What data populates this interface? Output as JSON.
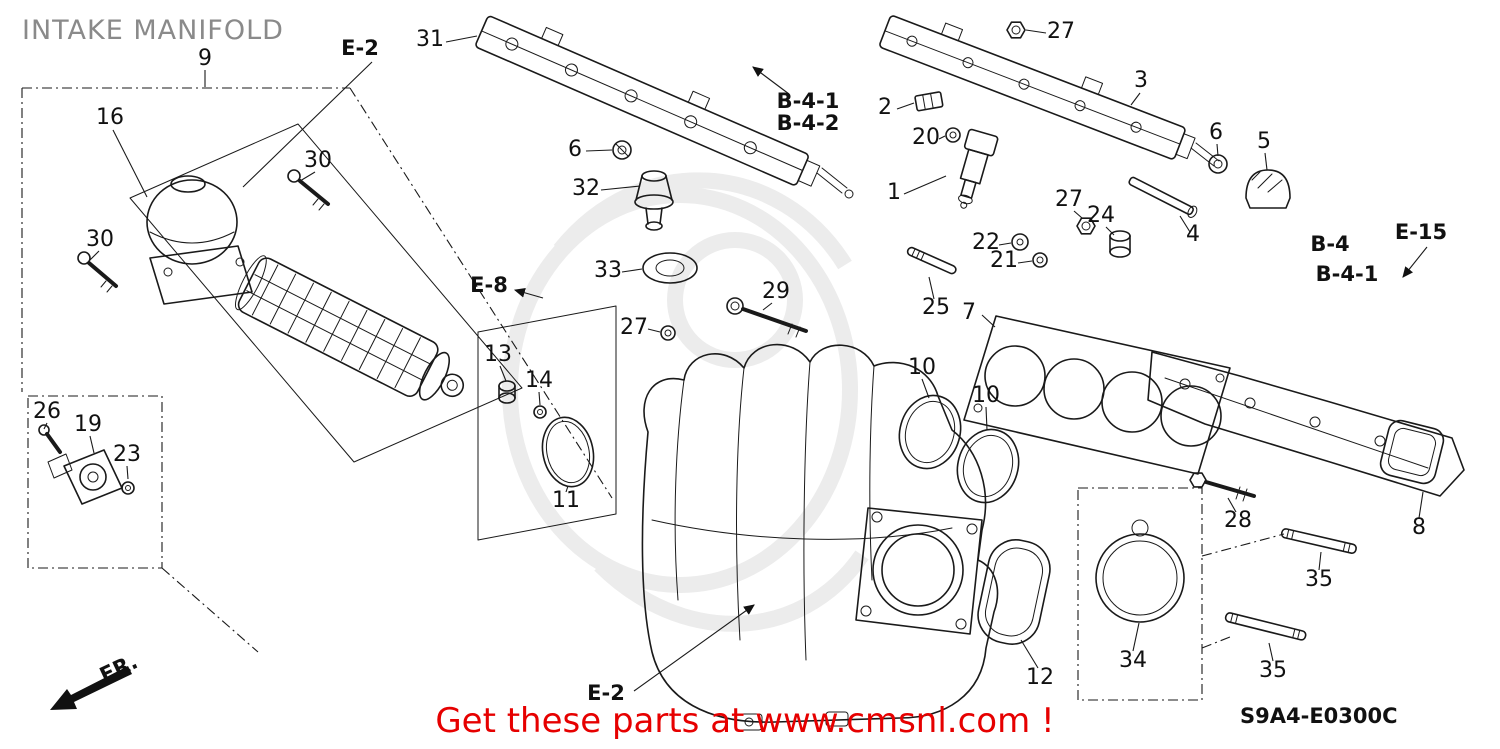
{
  "title": "INTAKE MANIFOLD",
  "diagram_code": "S9A4-E0300C",
  "banner": {
    "text": "Get these parts at www.cmsnl.com !"
  },
  "fr_label": "FR.",
  "colors": {
    "title": "#8a8a8a",
    "banner": "#e60000",
    "line": "#1a1a1a",
    "background": "#ffffff"
  },
  "callouts": [
    {
      "text": "9"
    },
    {
      "text": "16"
    },
    {
      "text": "30"
    },
    {
      "text": "30"
    },
    {
      "text": "26"
    },
    {
      "text": "19"
    },
    {
      "text": "23"
    },
    {
      "text": "31"
    },
    {
      "text": "6"
    },
    {
      "text": "32"
    },
    {
      "text": "33"
    },
    {
      "text": "27"
    },
    {
      "text": "13"
    },
    {
      "text": "14"
    },
    {
      "text": "11"
    },
    {
      "text": "29"
    },
    {
      "text": "10"
    },
    {
      "text": "10"
    },
    {
      "text": "12"
    },
    {
      "text": "34"
    },
    {
      "text": "35"
    },
    {
      "text": "35"
    },
    {
      "text": "28"
    },
    {
      "text": "8"
    },
    {
      "text": "25"
    },
    {
      "text": "7"
    },
    {
      "text": "22"
    },
    {
      "text": "21"
    },
    {
      "text": "1"
    },
    {
      "text": "2"
    },
    {
      "text": "20"
    },
    {
      "text": "27"
    },
    {
      "text": "27"
    },
    {
      "text": "24"
    },
    {
      "text": "3"
    },
    {
      "text": "6"
    },
    {
      "text": "5"
    },
    {
      "text": "4"
    }
  ],
  "refs": [
    {
      "text": "E-2"
    },
    {
      "text": "E-8"
    },
    {
      "text": "B-4-1"
    },
    {
      "text": "B-4-2"
    },
    {
      "text": "B-4"
    },
    {
      "text": "B-4-1"
    },
    {
      "text": "E-15"
    },
    {
      "text": "E-2"
    }
  ]
}
